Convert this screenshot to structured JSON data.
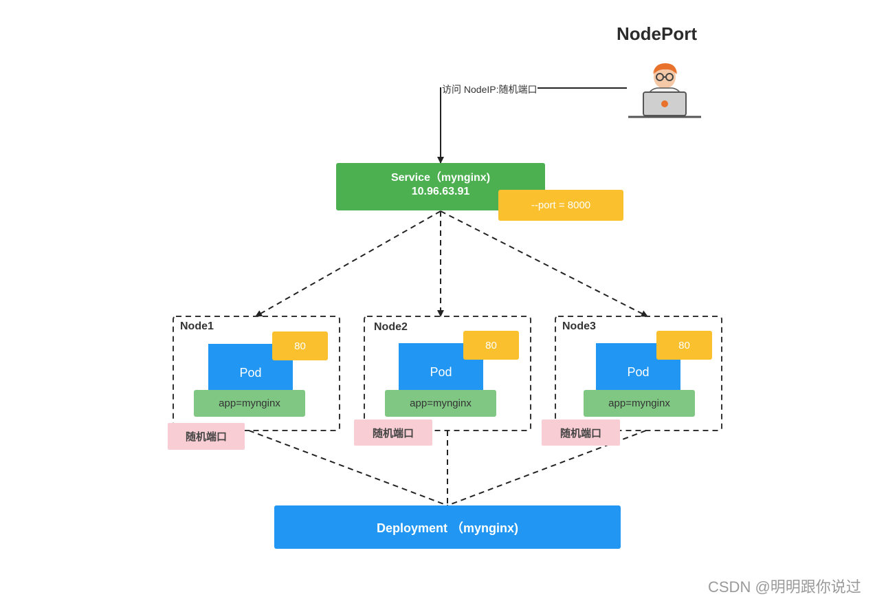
{
  "title": "NodePort",
  "access_label": "访问 NodeIP:随机端口",
  "user_icon": "developer-at-laptop-icon",
  "service": {
    "name": "Service（mynginx)",
    "ip": "10.96.63.91",
    "port": "--port = 8000"
  },
  "nodes": [
    {
      "label": "Node1",
      "pod": "Pod",
      "port": "80",
      "app_label": "app=mynginx",
      "random_port": "随机端口"
    },
    {
      "label": "Node2",
      "pod": "Pod",
      "port": "80",
      "app_label": "app=mynginx",
      "random_port": "随机端口"
    },
    {
      "label": "Node3",
      "pod": "Pod",
      "port": "80",
      "app_label": "app=mynginx",
      "random_port": "随机端口"
    }
  ],
  "deployment": "Deployment （mynginx)",
  "watermark": "CSDN @明明跟你说过",
  "colors": {
    "service": "#4caf50",
    "port_badge": "#fbc02d",
    "pod": "#2196f3",
    "app_label": "#81c784",
    "random_port": "#f8cdd3",
    "deployment": "#2196f3"
  }
}
